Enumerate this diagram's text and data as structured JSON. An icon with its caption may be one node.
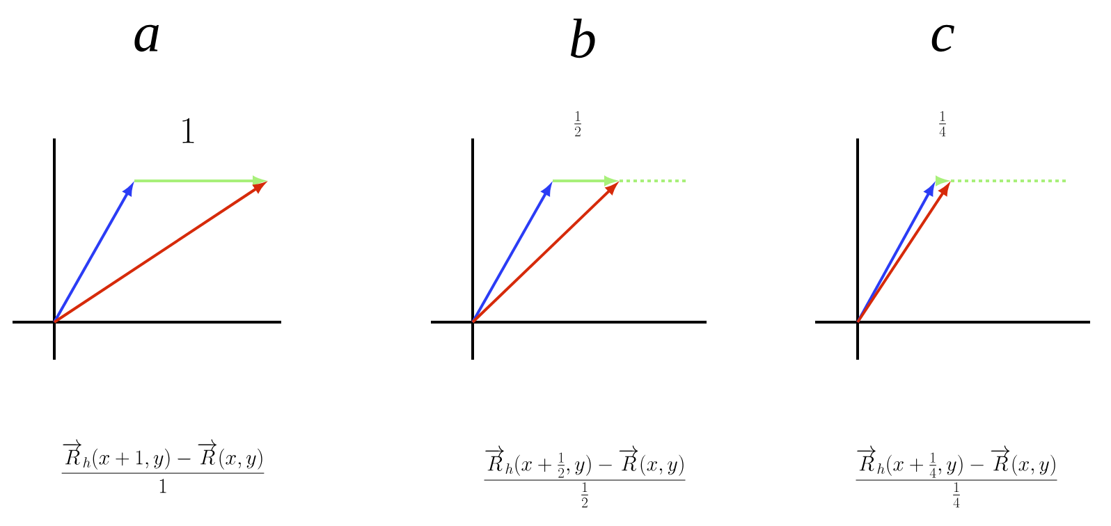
{
  "diagram": {
    "labels": [
      "a",
      "b",
      "c",
      "1",
      "\\frac{1}{2}",
      "\\frac{1}{4}",
      "\\frac{\\overrightarrow{R}_h(x+1,y)-\\overrightarrow{R}(x,y)}{1}",
      "\\frac{\\overrightarrow{R}_h(x+\\tfrac{1}{2},y)-\\overrightarrow{R}(x,y)}{\\tfrac{1}{2}}",
      "\\frac{\\overrightarrow{R}_h(x+\\tfrac{1}{4},y)-\\overrightarrow{R}(x,y)}{\\tfrac{1}{4}}"
    ]
  }
}
